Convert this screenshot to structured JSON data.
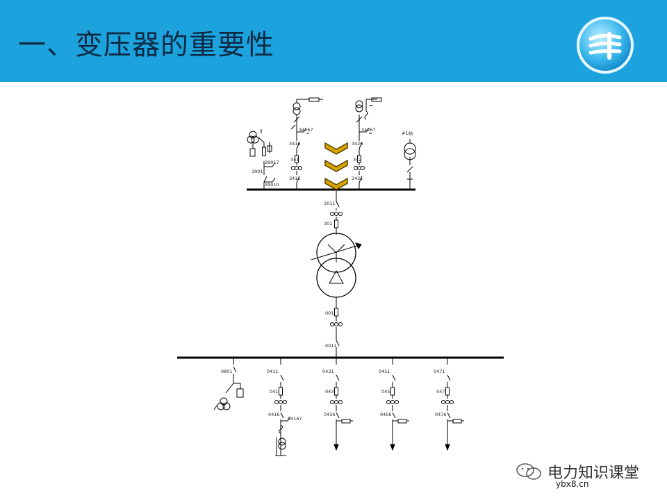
{
  "header": {
    "title": "一、变压器的重要性"
  },
  "labels": {
    "l34167": "34167",
    "l3416": "3416",
    "l341": "341",
    "l3411": "3411",
    "l34267": "34267",
    "l3426": "3426",
    "l342": "342",
    "l3421": "3421",
    "l39017": "39017",
    "l3901": "3901",
    "l39010": "39010",
    "l1bt": "#1站",
    "l3011": "3011",
    "l301": "301",
    "l001": "001",
    "l0011": "0011",
    "l0801": "0801",
    "l0411": "0411",
    "l041": "041",
    "l0416": "0416",
    "l04167": "04167",
    "l0431": "0431",
    "l043": "043",
    "l0436": "0436",
    "l0451": "0451",
    "l045": "045",
    "l0456": "0456",
    "l0471": "0471",
    "l047": "047",
    "l0476": "0476"
  },
  "watermark": {
    "brand": "电力知识课堂",
    "site": "ybx8.cn"
  },
  "colors": {
    "header": "#1ca3de",
    "chevron": "#d8a400",
    "line": "#000000"
  }
}
